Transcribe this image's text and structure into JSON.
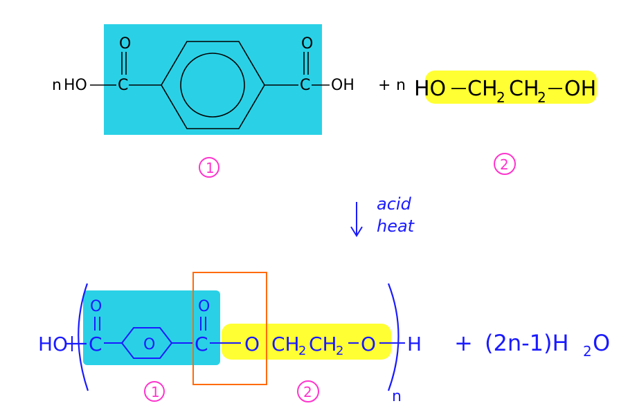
{
  "reactants": {
    "n1": "n",
    "terephthalic": {
      "left_oh": "HO",
      "left_c": "C",
      "left_o": "O",
      "right_c": "C",
      "right_o": "O",
      "right_oh": "OH"
    },
    "plus": "+",
    "n2": "n",
    "glycol": {
      "ho": "HO",
      "ch2a": "CH",
      "sub2a": "2",
      "ch2b": "CH",
      "sub2b": "2",
      "oh": "OH"
    }
  },
  "labels": {
    "one": "1",
    "two": "2",
    "one_b": "1",
    "two_b": "2"
  },
  "conditions": {
    "line1": "acid",
    "line2": "heat"
  },
  "product": {
    "ho": "HO",
    "c1": "C",
    "o1": "O",
    "ring_o": "O",
    "c2": "C",
    "o2": "O",
    "ester_o": "O",
    "ch2a": "CH",
    "sub2a": "2",
    "ch2b": "CH",
    "sub2b": "2",
    "o3": "O",
    "h": "H",
    "n": "n",
    "plus": "+",
    "water": "(2n-1)H",
    "water_sub": "2",
    "water_o": "O"
  },
  "colors": {
    "cyan": "#2ad1e6",
    "yellow": "#ffff33",
    "blue": "#1a1aff",
    "pink": "#ff33cc",
    "orange": "#ff6a00"
  }
}
